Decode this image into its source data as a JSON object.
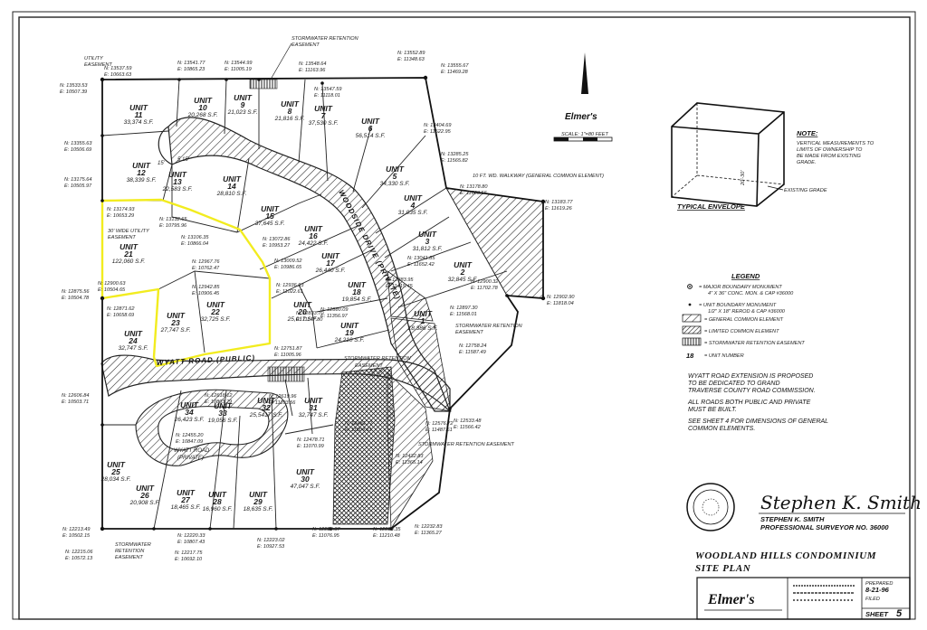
{
  "title": {
    "line1": "WOODLAND HILLS CONDOMINIUM",
    "line2": "SITE PLAN"
  },
  "surveyor": {
    "signature": "Stephen K. Smith",
    "name": "STEPHEN K. SMITH",
    "credential": "PROFESSIONAL SURVEYOR NO. 36000"
  },
  "title_block": {
    "logo": "Elmer's",
    "prepared_label": "PREPARED",
    "prepared_date": "8-21-96",
    "filed_label": "FILED",
    "sheet_label": "SHEET",
    "sheet_number": "5"
  },
  "north_logo": "Elmer's",
  "scale_label": "SCALE: 1\"=80 FEET",
  "note": {
    "heading": "NOTE:",
    "lines": [
      "VERTICAL MEASUREMENTS TO",
      "LIMITS OF OWNERSHIP TO",
      "BE MADE FROM EXISTING",
      "GRADE."
    ]
  },
  "envelope": {
    "caption": "TYPICAL ENVELOPE",
    "existing_grade": "EXISTING GRADE",
    "height_label": "20'-30'"
  },
  "legend": {
    "title": "LEGEND",
    "items": [
      {
        "line1": "= MAJOR BOUNDARY MONUMENT",
        "line2": "4\" X 36\" CONC. MON. & CAP #36000"
      },
      {
        "line1": "= UNIT BOUNDARY MONUMENT",
        "line2": "1/2\" X 18\" REROD & CAP #36000"
      },
      {
        "line1": "= GENERAL COMMON ELEMENT",
        "line2": ""
      },
      {
        "line1": "= LIMITED COMMON ELEMENT",
        "line2": ""
      },
      {
        "line1": "= STORMWATER RETENTION EASEMENT",
        "line2": ""
      },
      {
        "line1": "= UNIT NUMBER",
        "line2": ""
      }
    ],
    "unit_number_sample": "18"
  },
  "notes_block": [
    "WYATT ROAD EXTENSION IS PROPOSED",
    "TO BE DEDICATED TO GRAND",
    "TRAVERSE COUNTY ROAD COMMISSION.",
    "ALL ROADS BOTH PUBLIC AND PRIVATE",
    "MUST BE BUILT.",
    "SEE SHEET 4 FOR DIMENSIONS OF GENERAL",
    "COMMON ELEMENTS."
  ],
  "roads": {
    "woodside": "WOODSIDE DRIVE (PRIVATE)",
    "wyatt_public": "WYATT ROAD (PUBLIC)",
    "wyatt_private_1": "WYATT ROAD",
    "wyatt_private_2": "(PRIVATE)"
  },
  "annotations": {
    "utility_easement": [
      "UTILITY",
      "EASEMENT"
    ],
    "stormwater_top": [
      "STORMWATER RETENTION",
      "EASEMENT"
    ],
    "walkway": "10 FT. WD. WALKWAY (GENERAL COMMON ELEMENT)",
    "wide_utility": [
      "30' WIDE UTILITY",
      "EASEMENT"
    ],
    "stormwater_mid": [
      "STORMWATER RETENTION",
      "EASEMENT"
    ],
    "stormwater_road": [
      "STORMWATER RETENTION",
      "EASEMENT"
    ],
    "stormwater_right": "STORMWATER RETENTION EASEMENT",
    "stormwater_bottom": [
      "STORMWATER",
      "RETENTION",
      "EASEMENT"
    ],
    "dim_a": "15'",
    "dim_b": "5.15'"
  },
  "units": [
    {
      "unit": "UNIT",
      "num": "11",
      "area": "33,374 S.F."
    },
    {
      "unit": "UNIT",
      "num": "10",
      "area": "20,268 S.F."
    },
    {
      "unit": "UNIT",
      "num": "9",
      "area": "21,023 S.F."
    },
    {
      "unit": "UNIT",
      "num": "8",
      "area": "21,816 S.F."
    },
    {
      "unit": "UNIT",
      "num": "7",
      "area": "37,530 S.F."
    },
    {
      "unit": "UNIT",
      "num": "6",
      "area": "56,514 S.F."
    },
    {
      "unit": "UNIT",
      "num": "5",
      "area": "34,330 S.F."
    },
    {
      "unit": "UNIT",
      "num": "4",
      "area": "31,035 S.F."
    },
    {
      "unit": "UNIT",
      "num": "3",
      "area": "31,812 S.F."
    },
    {
      "unit": "UNIT",
      "num": "2",
      "area": "32,845 S.F."
    },
    {
      "unit": "UNIT",
      "num": "1",
      "area": "18,386 S.F."
    },
    {
      "unit": "UNIT",
      "num": "12",
      "area": "38,339 S.F."
    },
    {
      "unit": "UNIT",
      "num": "13",
      "area": "22,583 S.F."
    },
    {
      "unit": "UNIT",
      "num": "14",
      "area": "28,810 S.F."
    },
    {
      "unit": "UNIT",
      "num": "15",
      "area": "37,645 S.F."
    },
    {
      "unit": "UNIT",
      "num": "16",
      "area": "24,422 S.F."
    },
    {
      "unit": "UNIT",
      "num": "17",
      "area": "26,440 S.F."
    },
    {
      "unit": "UNIT",
      "num": "18",
      "area": "19,854 S.F."
    },
    {
      "unit": "UNIT",
      "num": "19",
      "area": "24,210 S.F."
    },
    {
      "unit": "UNIT",
      "num": "20",
      "area": "25,017 S.F."
    },
    {
      "unit": "UNIT",
      "num": "21",
      "area": "122,060 S.F."
    },
    {
      "unit": "UNIT",
      "num": "22",
      "area": "32,725 S.F."
    },
    {
      "unit": "UNIT",
      "num": "23",
      "area": "27,747 S.F."
    },
    {
      "unit": "UNIT",
      "num": "24",
      "area": "32,747 S.F."
    },
    {
      "unit": "UNIT",
      "num": "25",
      "area": "28,034 S.F."
    },
    {
      "unit": "UNIT",
      "num": "26",
      "area": "20,908 S.F."
    },
    {
      "unit": "UNIT",
      "num": "27",
      "area": "18,465 S.F."
    },
    {
      "unit": "UNIT",
      "num": "28",
      "area": "16,960 S.F."
    },
    {
      "unit": "UNIT",
      "num": "29",
      "area": "18,635 S.F."
    },
    {
      "unit": "UNIT",
      "num": "30",
      "area": "47,047 S.F."
    },
    {
      "unit": "UNIT",
      "num": "31",
      "area": "32,747 S.F."
    },
    {
      "unit": "UNIT",
      "num": "32",
      "area": "25,5417 S.F."
    },
    {
      "unit": "UNIT",
      "num": "33",
      "area": "19,056 S.F."
    },
    {
      "unit": "UNIT",
      "num": "34",
      "area": "26,423 S.F."
    }
  ],
  "coordinates": [
    {
      "n": "N: 13537.59",
      "e": "E: 10663.63"
    },
    {
      "n": "N: 13541.77",
      "e": "E: 10865.23"
    },
    {
      "n": "N: 13544.99",
      "e": "E: 11005.19"
    },
    {
      "n": "N: 13548.64",
      "e": "E: 11163.96"
    },
    {
      "n": "N: 13552.89",
      "e": "E: 11348.63"
    },
    {
      "n": "N: 13555.67",
      "e": "E: 11469.28"
    },
    {
      "n": "N: 13533.53",
      "e": "E: 10507.39"
    },
    {
      "n": "N: 13547.59",
      "e": "E: 11118.01"
    },
    {
      "n": "N: 13404.69",
      "e": "E: 11522.95"
    },
    {
      "n": "N: 13355.63",
      "e": "E: 10506.69"
    },
    {
      "n": "N: 13285.25",
      "e": "E: 11565.82"
    },
    {
      "n": "N: 13178.80",
      "e": "E: 11603.56"
    },
    {
      "n": "N: 13183.77",
      "e": "E: 11619.26"
    },
    {
      "n": "N: 13175.64",
      "e": "E: 10505.97"
    },
    {
      "n": "N: 13174.93",
      "e": "E: 10653.29"
    },
    {
      "n": "N: 13132.65",
      "e": "E: 10795.96"
    },
    {
      "n": "N: 13106.35",
      "e": "E: 10866.04"
    },
    {
      "n": "N: 13072.86",
      "e": "E: 10953.27"
    },
    {
      "n": "N: 13041.85",
      "e": "E: 11652.42"
    },
    {
      "n": "N: 13009.52",
      "e": "E: 10986.65"
    },
    {
      "n": "N: 12967.76",
      "e": "E: 10762.47"
    },
    {
      "n": "N: 12942.85",
      "e": "E: 10906.45"
    },
    {
      "n": "N: 12936.93",
      "e": "E: 11022.61"
    },
    {
      "n": "N: 12900.63",
      "e": "E: 10504.65"
    },
    {
      "n": "N: 12883.95",
      "e": "E: 11415.45"
    },
    {
      "n": "N: 12900.32",
      "e": "E: 11702.78"
    },
    {
      "n": "N: 12880.09",
      "e": "E: 11356.97"
    },
    {
      "n": "N: 12875.56",
      "e": "E: 10504.78"
    },
    {
      "n": "N: 12871.62",
      "e": "E: 10658.69"
    },
    {
      "n": "N: 12902.90",
      "e": "E: 11818.04"
    },
    {
      "n": "N: 12897.30",
      "e": "E: 11568.01"
    },
    {
      "n": "N: 12833.70",
      "e": "E: 11147.80"
    },
    {
      "n": "N: 12751.87",
      "e": "E: 11005.96"
    },
    {
      "n": "N: 12758.24",
      "e": "E: 11587.49"
    },
    {
      "n": "N: 12606.84",
      "e": "E: 10503.71"
    },
    {
      "n": "N: 12618.12",
      "e": "E: 10803.29"
    },
    {
      "n": "N: 12619.96",
      "e": "E: 11103.56"
    },
    {
      "n": "N: 12533.48",
      "e": "E: 11566.42"
    },
    {
      "n": "N: 12481.77",
      "e": "E: 11204.61"
    },
    {
      "n": "N: 12576.72",
      "e": "E: 11487.61"
    },
    {
      "n": "N: 12455.20",
      "e": "E: 10847.09"
    },
    {
      "n": "N: 12478.71",
      "e": "E: 11070.99"
    },
    {
      "n": "N: 12432.83",
      "e": "E: 11365.14"
    },
    {
      "n": "N: 12213.49",
      "e": "E: 10502.15"
    },
    {
      "n": "N: 12215.06",
      "e": "E: 10572.13"
    },
    {
      "n": "N: 12220.33",
      "e": "E: 10807.43"
    },
    {
      "n": "N: 12217.75",
      "e": "E: 10692.10"
    },
    {
      "n": "N: 12223.02",
      "e": "E: 10927.53"
    },
    {
      "n": "N: 12226.37",
      "e": "E: 11076.95"
    },
    {
      "n": "N: 12229.35",
      "e": "E: 11210.48"
    },
    {
      "n": "N: 12232.83",
      "e": "E: 11365.27"
    }
  ]
}
